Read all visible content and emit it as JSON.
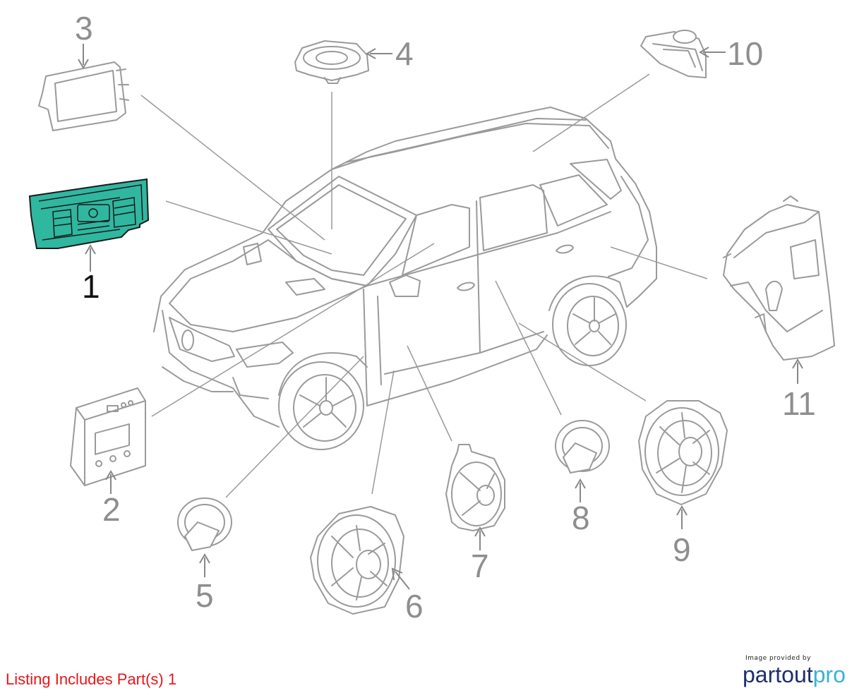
{
  "callouts": {
    "c1": "1",
    "c2": "2",
    "c3": "3",
    "c4": "4",
    "c5": "5",
    "c6": "6",
    "c7": "7",
    "c8": "8",
    "c9": "9",
    "c10": "10",
    "c11": "11"
  },
  "listing_note": "Listing Includes Part(s) 1",
  "provider": {
    "caption": "Image provided by",
    "logo_part1": "partout",
    "logo_part2": "pro"
  },
  "colors": {
    "highlight": "#2fb7a0",
    "note": "#e8161b",
    "logo_dark": "#1f2e6b",
    "logo_light": "#3ab3d1"
  }
}
